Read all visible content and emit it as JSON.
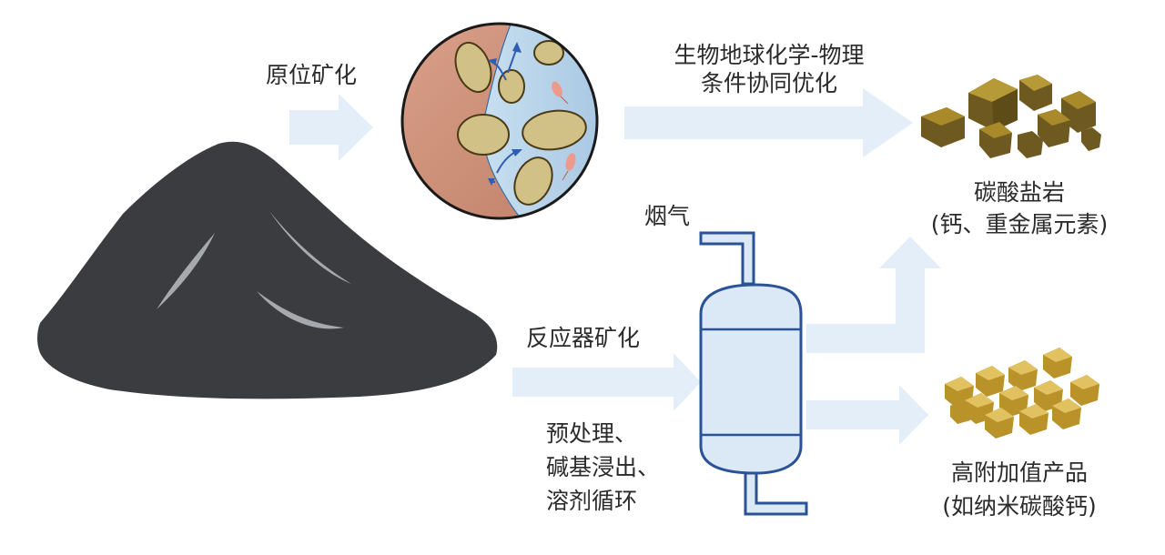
{
  "labels": {
    "in_situ": "原位矿化",
    "bio_line1": "生物地球化学-物理",
    "bio_line2": "条件协同优化",
    "carbonate_title": "碳酸盐岩",
    "carbonate_sub": "(钙、重金属元素)",
    "flue_gas": "烟气",
    "reactor": "反应器矿化",
    "process_line1": "预处理、",
    "process_line2": "碱基浸出、",
    "process_line3": "溶剂循环",
    "product_title": "高附加值产品",
    "product_sub": "(如纳米碳酸钙)"
  },
  "colors": {
    "arrow": "#e3eef8",
    "waste_pile": "#3a3c3f",
    "pile_crack": "#a6a9ad",
    "circle_rock": "#c98c74",
    "circle_water": "#b9d5ec",
    "grain": "#d2c186",
    "bio_arrow": "#2f5db5",
    "bacteria": "#ec9a8c",
    "reactor_fill": "#dbe8f6",
    "reactor_stroke": "#2a5297",
    "crystal": "#6e5a20",
    "crystal_light": "#a88a2a",
    "nano": "#b9922a"
  },
  "icons": [
    "waste-pile-icon",
    "mineralization-circle-icon",
    "reactor-vessel-icon",
    "carbonate-crystal-icon",
    "nano-caco3-icon"
  ]
}
